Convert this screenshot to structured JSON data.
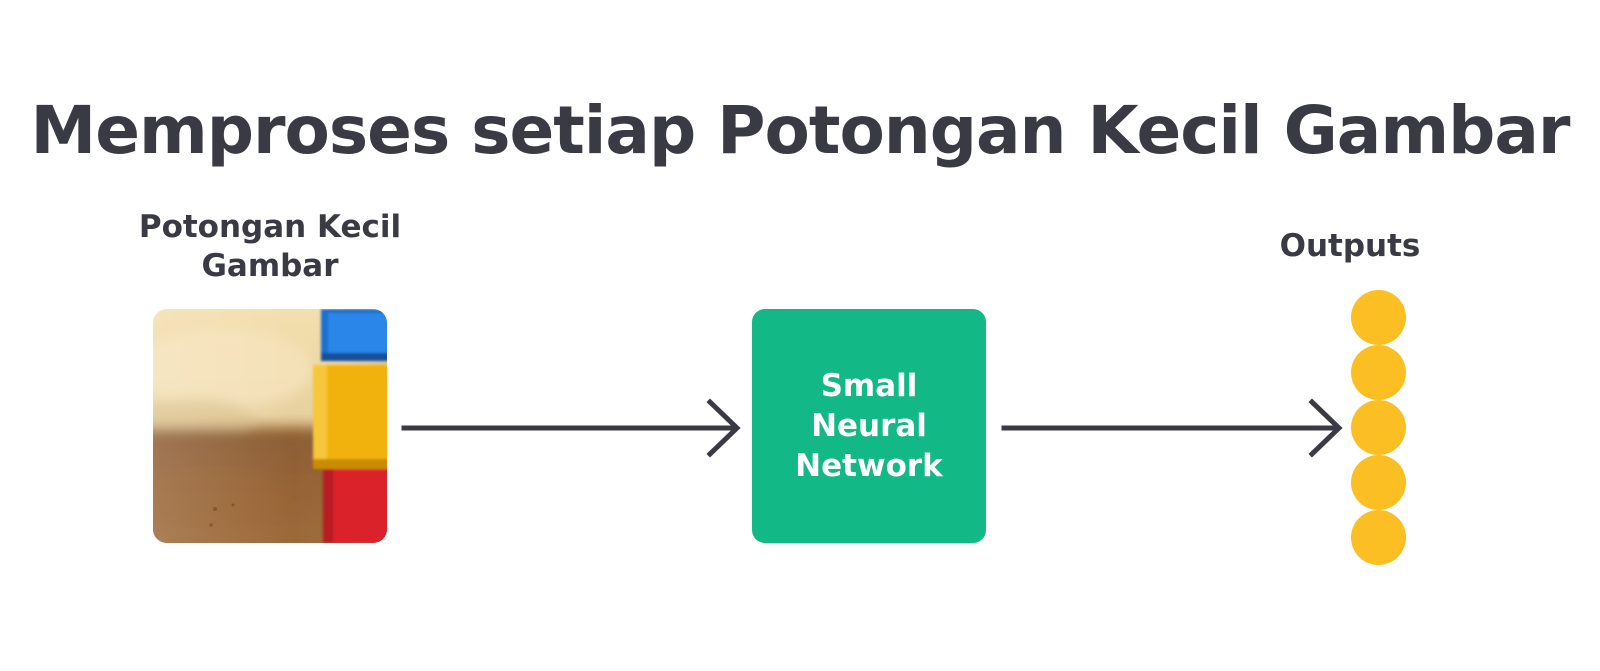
{
  "title": "Memproses setiap Potongan Kecil Gambar",
  "input": {
    "label_line1": "Potongan Kecil",
    "label_line2": "Gambar",
    "image": "blurry-toy-blocks-photo"
  },
  "network": {
    "line1": "Small",
    "line2": "Neural",
    "line3": "Network"
  },
  "outputs": {
    "label": "Outputs",
    "count": 5
  },
  "colors": {
    "text": "#3a3a44",
    "network_box": "#12b886",
    "network_text": "#ffffff",
    "output_node": "#fbbf24",
    "arrow": "#3a3a44"
  },
  "icons": {
    "arrow_1": "right-arrow-icon",
    "arrow_2": "right-arrow-icon"
  }
}
